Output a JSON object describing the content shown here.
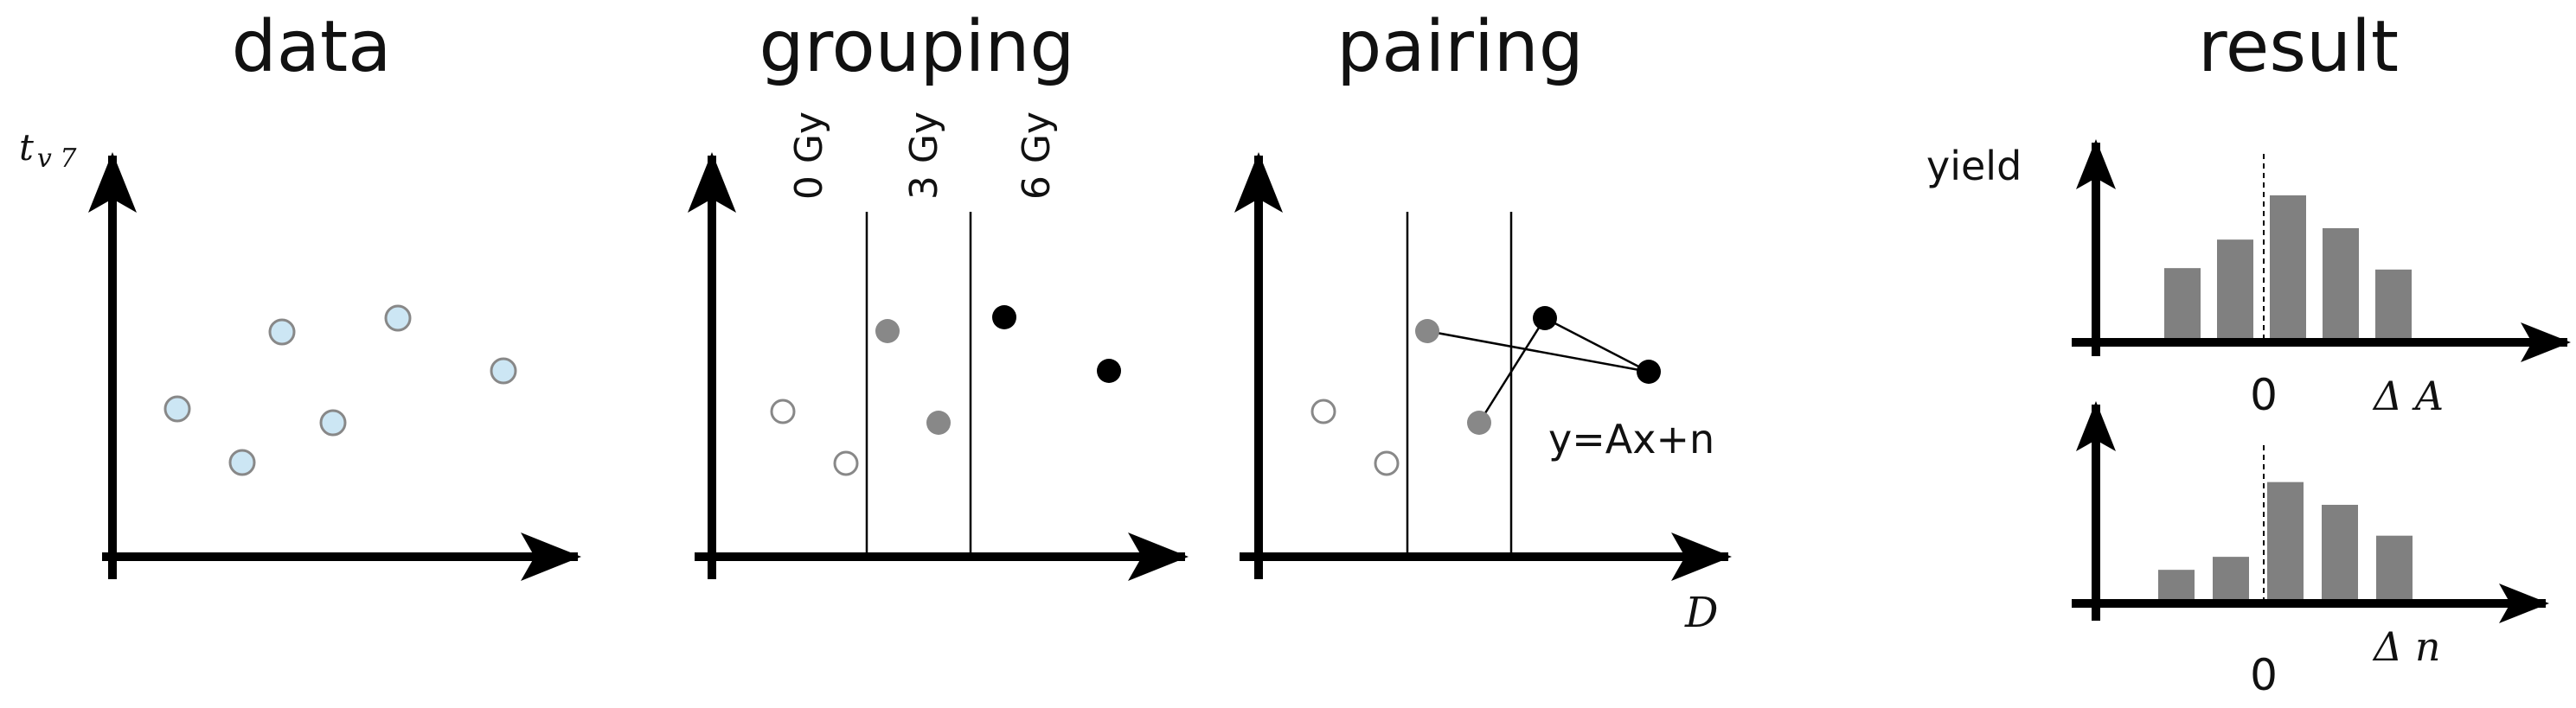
{
  "titles": {
    "data": "data",
    "grouping": "grouping",
    "pairing": "pairing",
    "result": "result"
  },
  "data_panel": {
    "y_axis_label": "t",
    "y_axis_subscript": "v 7"
  },
  "grouping_panel": {
    "group_labels": [
      "0 Gy",
      "3 Gy",
      "6 Gy"
    ]
  },
  "pairing_panel": {
    "equation": "y=Ax+n",
    "x_axis_label": "D"
  },
  "result_panel": {
    "y_axis_label": "yield",
    "top_zero_label": "0",
    "top_x_label": "Δ A",
    "bottom_zero_label": "0",
    "bottom_x_label": "Δ n",
    "top_bar_heights": [
      0.49,
      0.69,
      1.0,
      0.77,
      0.48
    ],
    "bottom_bar_heights": [
      0.18,
      0.26,
      0.72,
      0.58,
      0.39
    ]
  },
  "colors": {
    "axis": "#000000",
    "light_blue_point": "#cce6f4",
    "point_outline": "#888888",
    "group_0": "#ffffff",
    "group_3": "#888888",
    "group_6": "#000000",
    "bar": "#808080"
  }
}
